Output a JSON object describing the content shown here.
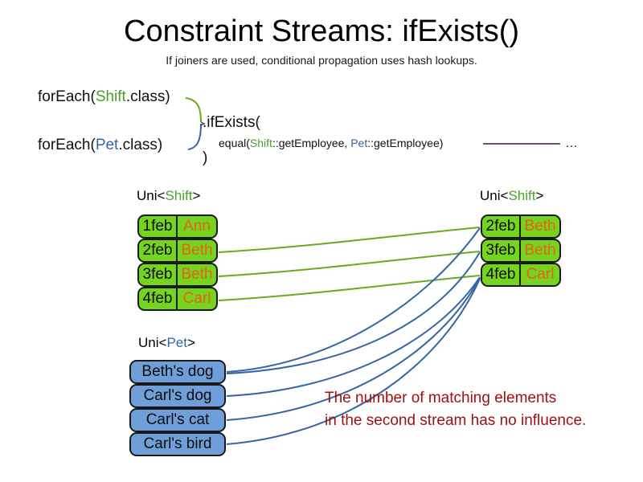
{
  "slide": {
    "title": "Constraint Streams: ifExists()",
    "subtitle": "If joiners are used, conditional propagation uses hash lookups."
  },
  "colors": {
    "shift_green": "#76d41f",
    "pet_blue": "#6f9ed8",
    "name_orange": "#e8601c",
    "type_green": "#4aa02c",
    "type_blue": "#3465a4",
    "note_red": "#a01010",
    "wire_green": "#6aa81e",
    "wire_blue": "#3465a4",
    "rule_purple": "#6b4f7a"
  },
  "code": {
    "line1_prefix": "forEach(",
    "line1_type": "Shift",
    "line1_suffix": ".class)",
    "line2_prefix": "forEach(",
    "line2_type": "Pet",
    "line2_suffix": ".class)",
    "if_exists": ".ifExists(",
    "equal_prefix": "equal(",
    "equal_type1": "Shift",
    "equal_mid": "::getEmployee, ",
    "equal_type2": "Pet",
    "equal_suffix": "::getEmployee)",
    "closing_paren": ")",
    "ellipsis": "…"
  },
  "labels": {
    "uni_open": "Uni<",
    "uni_close": ">",
    "shift_type": "Shift",
    "pet_type": "Pet"
  },
  "streams": {
    "shift_left": {
      "label_type": "Shift",
      "rows": [
        {
          "date": "1feb",
          "name": "Ann"
        },
        {
          "date": "2feb",
          "name": "Beth"
        },
        {
          "date": "3feb",
          "name": "Beth"
        },
        {
          "date": "4feb",
          "name": "Carl"
        }
      ]
    },
    "shift_right": {
      "label_type": "Shift",
      "rows": [
        {
          "date": "2feb",
          "name": "Beth"
        },
        {
          "date": "3feb",
          "name": "Beth"
        },
        {
          "date": "4feb",
          "name": "Carl"
        }
      ]
    },
    "pets": {
      "label_type": "Pet",
      "rows": [
        {
          "name": "Beth's dog"
        },
        {
          "name": "Carl's dog"
        },
        {
          "name": "Carl's cat"
        },
        {
          "name": "Carl's bird"
        }
      ]
    }
  },
  "note": {
    "line1": "The number of matching elements",
    "line2": "in the second stream has no influence."
  }
}
